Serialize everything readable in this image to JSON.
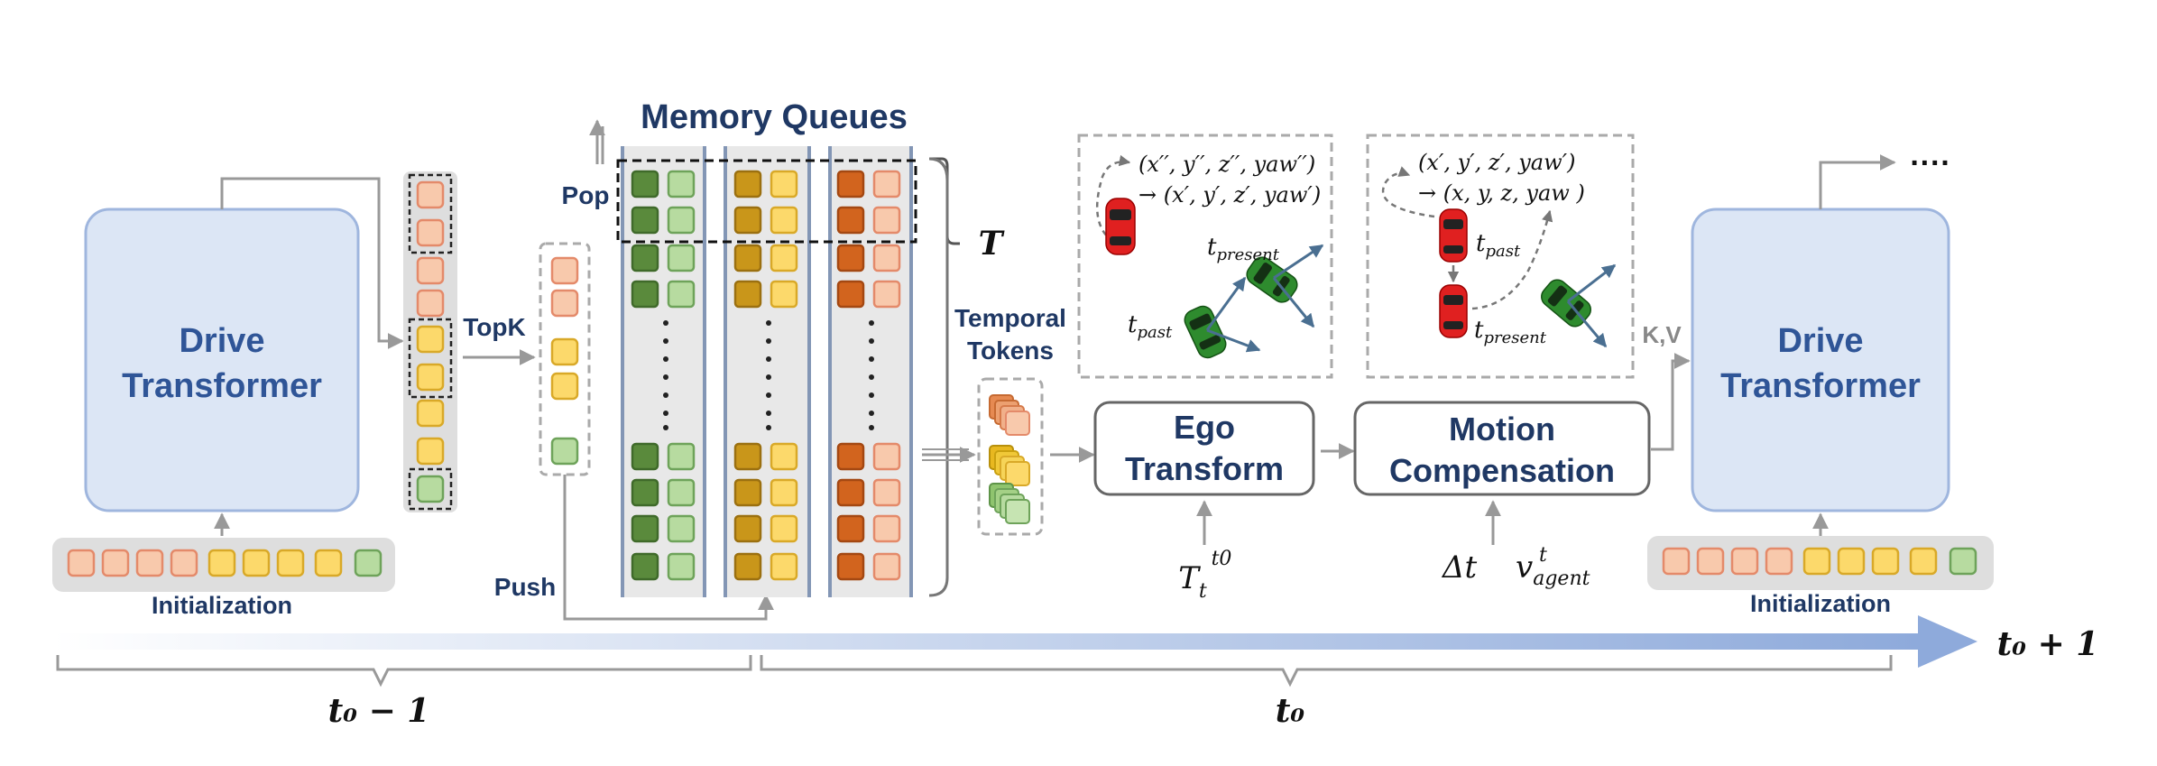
{
  "left_block": {
    "title_line1": "Drive",
    "title_line2": "Transformer",
    "init_label": "Initialization"
  },
  "right_block": {
    "title_line1": "Drive",
    "title_line2": "Transformer",
    "init_label": "Initialization"
  },
  "labels": {
    "topk": "TopK",
    "pop": "Pop",
    "push": "Push",
    "memory_queues": "Memory Queues",
    "T": "T",
    "temporal_tokens_line1": "Temporal",
    "temporal_tokens_line2": "Tokens",
    "kv": "K,V",
    "ellipsis": "····"
  },
  "ego_transform": {
    "line1": "Ego",
    "line2": "Transform",
    "input_label_main": "T",
    "input_label_sub": "t",
    "input_label_sup": "t0"
  },
  "motion_comp": {
    "line1": "Motion",
    "line2": "Compensation",
    "input_dt": "Δt",
    "input_v": "v",
    "input_v_sup": "t",
    "input_v_sub": "agent"
  },
  "ego_panel": {
    "eq1": "(x′′, y′′, z′′, yaw′′)",
    "eq2": "→ (x′, y′, z′, yaw′)",
    "t_present": "t",
    "t_present_sub": "present",
    "t_past": "t",
    "t_past_sub": "past"
  },
  "motion_panel": {
    "eq1": "(x′, y′, z′, yaw′)",
    "eq2": "→ (x, y, z, yaw )",
    "t_past": "t",
    "t_past_sub": "past",
    "t_present": "t",
    "t_present_sub": "present"
  },
  "timeline": {
    "left": "t₀ − 1",
    "mid": "t₀",
    "right": "t₀ + 1"
  },
  "colors": {
    "salmon_fill": "#f8c9ac",
    "salmon_stroke": "#e48a6a",
    "yellow_fill": "#fcd96b",
    "yellow_stroke": "#d9a928",
    "lightgreen_fill": "#b7dba0",
    "lightgreen_stroke": "#6ea35a",
    "darkgreen_fill": "#5a8a3c",
    "darkgreen_stroke": "#3f6a2a",
    "gold_fill": "#c9961a",
    "gold_stroke": "#9b7010",
    "orange_fill": "#d2641e",
    "orange_stroke": "#a44812",
    "block_fill": "#dce6f5",
    "block_stroke": "#9fb6de",
    "title_text": "#2f5597",
    "dark_label": "#1f3864",
    "arrow_gray": "#999999",
    "timeline_blue": "#8eaadb"
  }
}
